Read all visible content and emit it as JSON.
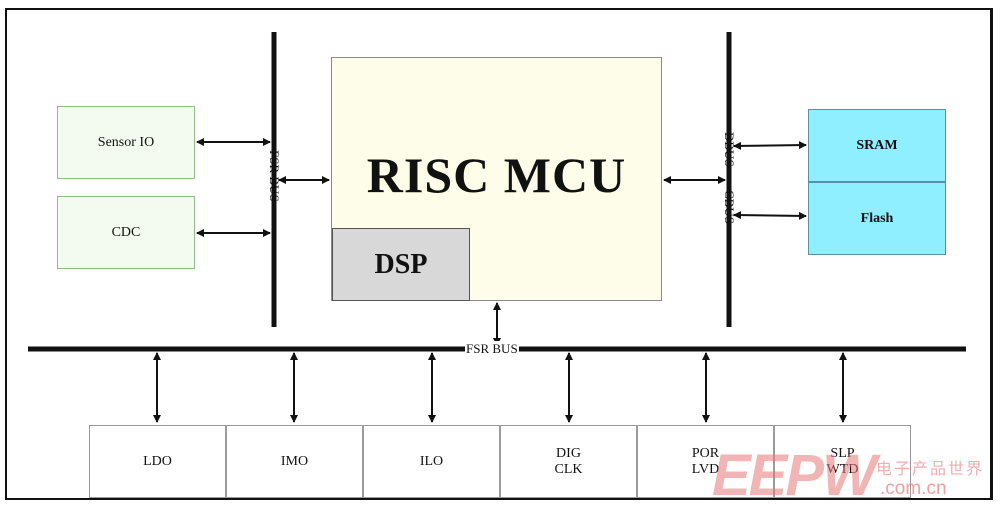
{
  "mcu": {
    "label": "RISC MCU",
    "dsp_label": "DSP"
  },
  "left_blocks": [
    {
      "label": "Sensor IO"
    },
    {
      "label": "CDC"
    }
  ],
  "memory_blocks": [
    {
      "label": "SRAM"
    },
    {
      "label": "Flash"
    }
  ],
  "buses": {
    "left_vertical": "FSR BUS",
    "right_dbus": "DBUS",
    "right_cbus": "CBUS",
    "main_horizontal": "FSR BUS"
  },
  "bottom_blocks": [
    {
      "label": "LDO"
    },
    {
      "label": "IMO"
    },
    {
      "label": "ILO"
    },
    {
      "label": "DIG\nCLK"
    },
    {
      "label": "POR\nLVD"
    },
    {
      "label": "SLP\nWTD"
    }
  ],
  "watermark": {
    "brand": "EEPW",
    "chinese": "电子产品世界",
    "url": ".com.cn"
  },
  "colors": {
    "line": "#111111",
    "io_block_fill": "#f3fbf0",
    "mcu_fill": "#fdfde9",
    "dsp_fill": "#d8d8d8",
    "memory_fill": "#8fefff"
  }
}
